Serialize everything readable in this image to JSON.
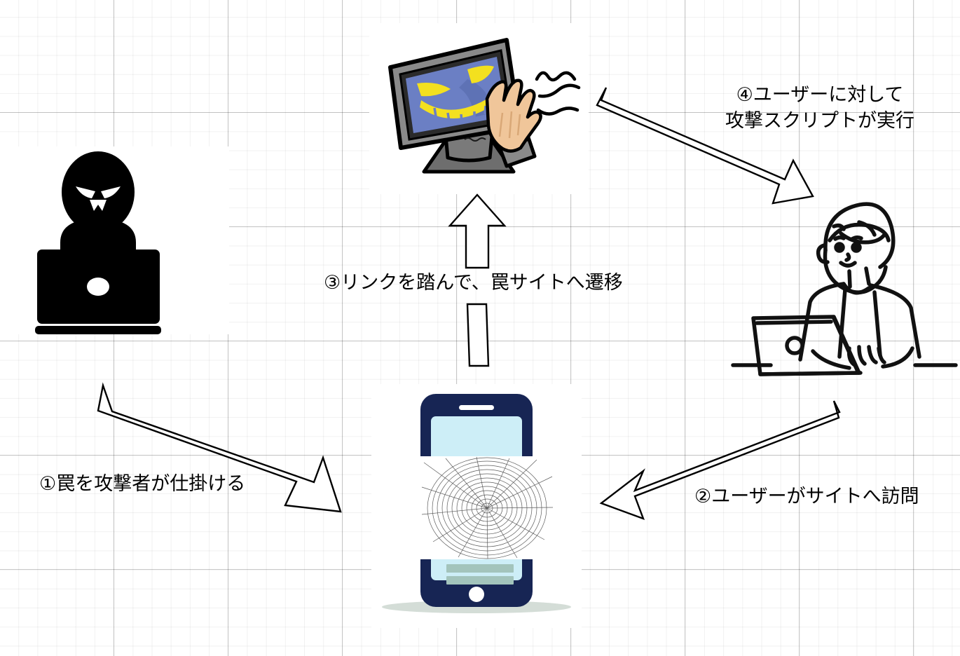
{
  "diagram": {
    "title": "XSS attack flow diagram",
    "background": {
      "style": "graph-paper-grid",
      "paper_color": "#ffffff",
      "grid_minor": "#efefef",
      "grid_major": "#cccccc"
    },
    "steps": [
      {
        "id": 1,
        "marker": "①",
        "text": "①罠を攻撃者が仕掛ける",
        "lines": [
          "①罠を攻撃者が仕掛ける"
        ],
        "from": "attacker",
        "to": "trap-site-phone"
      },
      {
        "id": 2,
        "marker": "②",
        "text": "②ユーザーがサイトへ訪問",
        "lines": [
          "②ユーザーがサイトへ訪問"
        ],
        "from": "user",
        "to": "trap-site-phone"
      },
      {
        "id": 3,
        "marker": "③",
        "text": "③リンクを踏んで、罠サイトへ遷移",
        "lines": [
          "③リンクを踏んで、罠サイトへ遷移"
        ],
        "from": "trap-site-phone",
        "to": "malicious-monitor"
      },
      {
        "id": 4,
        "marker": "④",
        "text": "④ユーザーに対して攻撃スクリプトが実行",
        "lines": [
          "④ユーザーに対して",
          "攻撃スクリプトが実行"
        ],
        "from": "malicious-monitor",
        "to": "user"
      }
    ],
    "nodes": {
      "attacker": {
        "name": "attacker-hacker-icon",
        "description": "black silhouette of hooded hacker with angry face at a laptop"
      },
      "malicious_monitor": {
        "name": "malicious-monitor-illustration",
        "description": "CRT/LCD monitor with evil blue face and a hand reaching out of the screen",
        "screen_color": "#6b7fc4",
        "face_color": "#f3e01f",
        "bezel_color": "#808080",
        "skin_color": "#f0c69a"
      },
      "trap_site_phone": {
        "name": "trap-site-smartphone",
        "description": "smartphone displaying a spider web trap website",
        "body_color": "#172554",
        "screen_color": "#cdeef7",
        "bar_color": "#a3c4bc"
      },
      "user": {
        "name": "user-person-illustration",
        "description": "line-art person using a laptop"
      }
    },
    "arrow_style": {
      "fill": "#ffffff",
      "stroke": "#000000",
      "stroke_width": 2
    }
  }
}
